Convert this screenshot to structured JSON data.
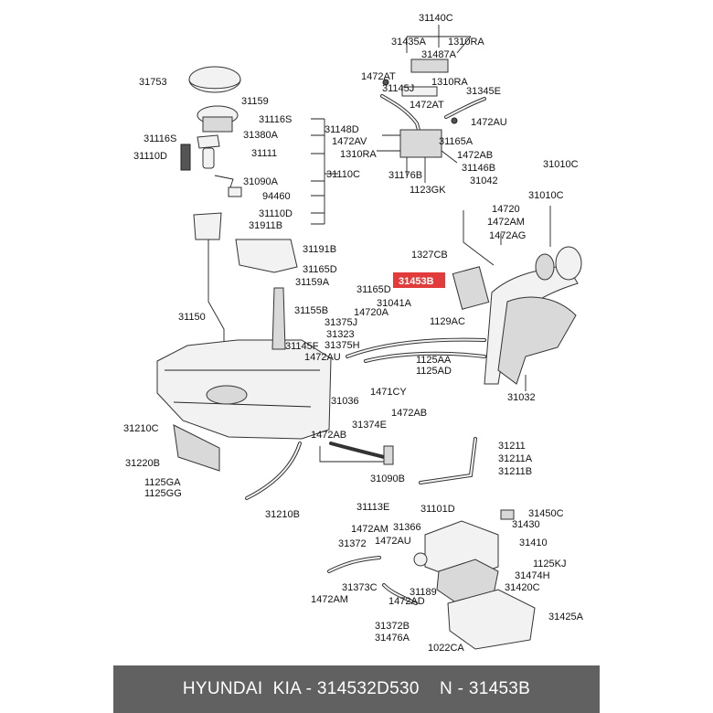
{
  "footer": {
    "brand": "HYUNDAI  KIA - 314532D530",
    "sep": "    ",
    "ref": "N - 31453B"
  },
  "highlight": {
    "label": "31453B",
    "color": "#e23b3b"
  },
  "labels": {
    "l31140C": "31140C",
    "l31435A": "31435A",
    "l1310RA_a": "1310RA",
    "l31487A": "31487A",
    "l1472AT_a": "1472AT",
    "l1310RA_b": "1310RA",
    "l31145J": "31145J",
    "l31345E": "31345E",
    "l1472AT_b": "1472AT",
    "l1472AU_a": "1472AU",
    "l31148D": "31148D",
    "l1472AV": "1472AV",
    "l31165A": "31165A",
    "l1310RA_c": "1310RA",
    "l1472AB_a": "1472AB",
    "l31146B": "31146B",
    "l31176B": "31176B",
    "l1123GK": "1123GK",
    "l31042": "31042",
    "l31010C_a": "31010C",
    "l31010C_b": "31010C",
    "l14720": "14720",
    "l1472AM_a": "1472AM",
    "l1472AG": "1472AG",
    "l31753": "31753",
    "l31159": "31159",
    "l31116S_a": "31116S",
    "l31116S_b": "31116S",
    "l31380A": "31380A",
    "l31110D_a": "31110D",
    "l31111": "31111",
    "l31090A": "31090A",
    "l31110C": "31110C",
    "l94460": "94460",
    "l31110D_b": "31110D",
    "l31911B": "31911B",
    "l31191B": "31191B",
    "l1327CB": "1327CB",
    "l31165D_a": "31165D",
    "l31159A": "31159A",
    "l31165D_b": "31165D",
    "l31041A": "31041A",
    "l31155B": "31155B",
    "l14720A": "14720A",
    "l1129AC": "1129AC",
    "l31150": "31150",
    "l31375J": "31375J",
    "l31323": "31323",
    "l31375H": "31375H",
    "l31145F": "31145F",
    "l1472AU_b": "1472AU",
    "l1125AA": "1125AA",
    "l1125AD": "1125AD",
    "l1471CY": "1471CY",
    "l31036": "31036",
    "l31032": "31032",
    "l1472AB_b": "1472AB",
    "l31210C": "31210C",
    "l31374E": "31374E",
    "l1472AB_c": "1472AB",
    "l31211": "31211",
    "l31211A": "31211A",
    "l31211B": "31211B",
    "l31220B": "31220B",
    "l31090B": "31090B",
    "l1125GA": "1125GA",
    "l1125GG": "1125GG",
    "l31113E": "31113E",
    "l31210B": "31210B",
    "l31101D": "31101D",
    "l31450C": "31450C",
    "l1472AM_b": "1472AM",
    "l31366": "31366",
    "l31430": "31430",
    "l31372_a": "31372",
    "l1472AU_c": "1472AU",
    "l31410": "31410",
    "l1125KJ": "1125KJ",
    "l31474H": "31474H",
    "l31373C": "31373C",
    "l31189": "31189",
    "l31420C": "31420C",
    "l1472AM_c": "1472AM",
    "l1472AD": "1472AD",
    "l31425A": "31425A",
    "l31372B": "31372B",
    "l31476A": "31476A",
    "l1022CA": "1022CA"
  }
}
